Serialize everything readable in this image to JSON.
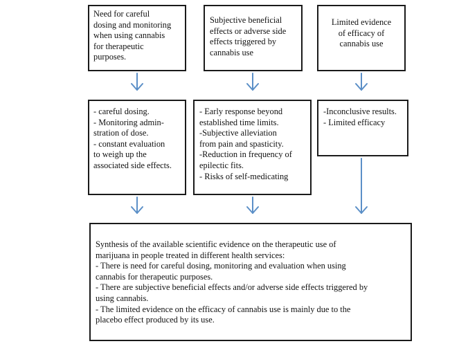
{
  "top_boxes": [
    {
      "lines": [
        "Need for careful",
        "dosing and monitoring",
        "when using cannabis",
        "for therapeutic",
        "purposes."
      ]
    },
    {
      "lines": [
        "Subjective beneficial",
        "effects or adverse side",
        "effects triggered by",
        "cannabis use"
      ]
    },
    {
      "lines": [
        "Limited evidence",
        "of efficacy of",
        "cannabis use"
      ]
    }
  ],
  "middle_boxes": [
    {
      "lines": [
        "- careful dosing.",
        "- Monitoring admin-",
        "stration of dose.",
        "- constant evaluation",
        "to weigh up the",
        "associated side effects."
      ]
    },
    {
      "lines": [
        "- Early response beyond",
        "established time limits.",
        "-Subjective alleviation",
        "from pain and spasticity.",
        "-Reduction in frequency of",
        "epilectic fits.",
        "- Risks of self-medicating"
      ]
    },
    {
      "lines": [
        "-Inconclusive results.",
        "- Limited efficacy"
      ]
    }
  ],
  "synthesis_box": {
    "lines": [
      "Synthesis of the available scientific evidence on the therapeutic use of",
      "marijuana in people treated in different health services:",
      "- There is need for careful dosing, monitoring and evaluation when using",
      "cannabis for therapeutic purposes.",
      "- There are subjective beneficial effects and/or adverse side effects triggered by",
      "using cannabis.",
      "- The limited evidence on the efficacy of cannabis use is mainly due to the",
      "placebo effect produced by its use."
    ]
  },
  "colors": {
    "arrow": "#5b8fc7",
    "border": "#1a1a1a"
  }
}
